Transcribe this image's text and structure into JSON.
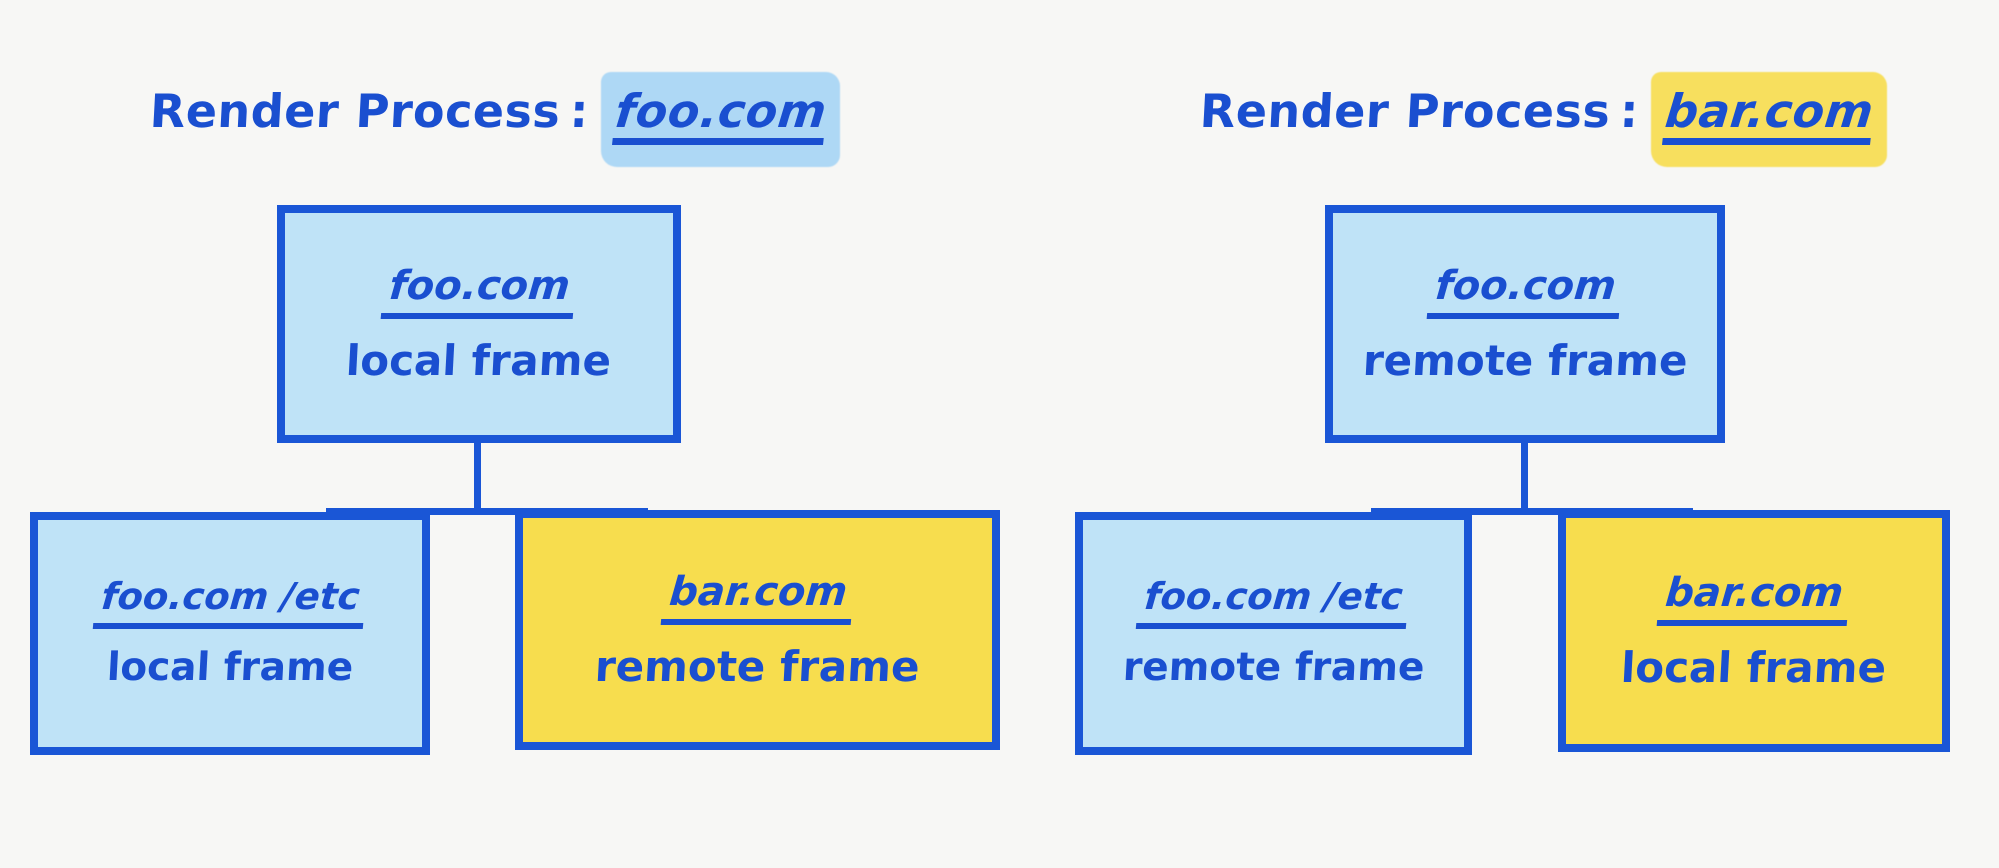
{
  "theme": {
    "background": "#f7f7f5",
    "stroke_blue": "#1a56d6",
    "text_blue": "#1a4fd0",
    "fill_light_blue": "#bfe3f7",
    "fill_yellow": "#f7dd4e",
    "highlight_blue": "#aed8f5",
    "highlight_yellow": "#f7df5e"
  },
  "diagrams": [
    {
      "id": "render-process-foo",
      "header": {
        "label": "Render Process",
        "separator": ":",
        "origin": "foo.com",
        "highlight": "blue"
      },
      "root": {
        "origin": "foo.com",
        "frame_type": "local frame",
        "fill": "blue"
      },
      "children": [
        {
          "origin": "foo.com /etc",
          "frame_type": "local frame",
          "fill": "blue"
        },
        {
          "origin": "bar.com",
          "frame_type": "remote frame",
          "fill": "yellow"
        }
      ]
    },
    {
      "id": "render-process-bar",
      "header": {
        "label": "Render Process",
        "separator": ":",
        "origin": "bar.com",
        "highlight": "yellow"
      },
      "root": {
        "origin": "foo.com",
        "frame_type": "remote frame",
        "fill": "blue"
      },
      "children": [
        {
          "origin": "foo.com /etc",
          "frame_type": "remote frame",
          "fill": "blue"
        },
        {
          "origin": "bar.com",
          "frame_type": "local frame",
          "fill": "yellow"
        }
      ]
    }
  ]
}
